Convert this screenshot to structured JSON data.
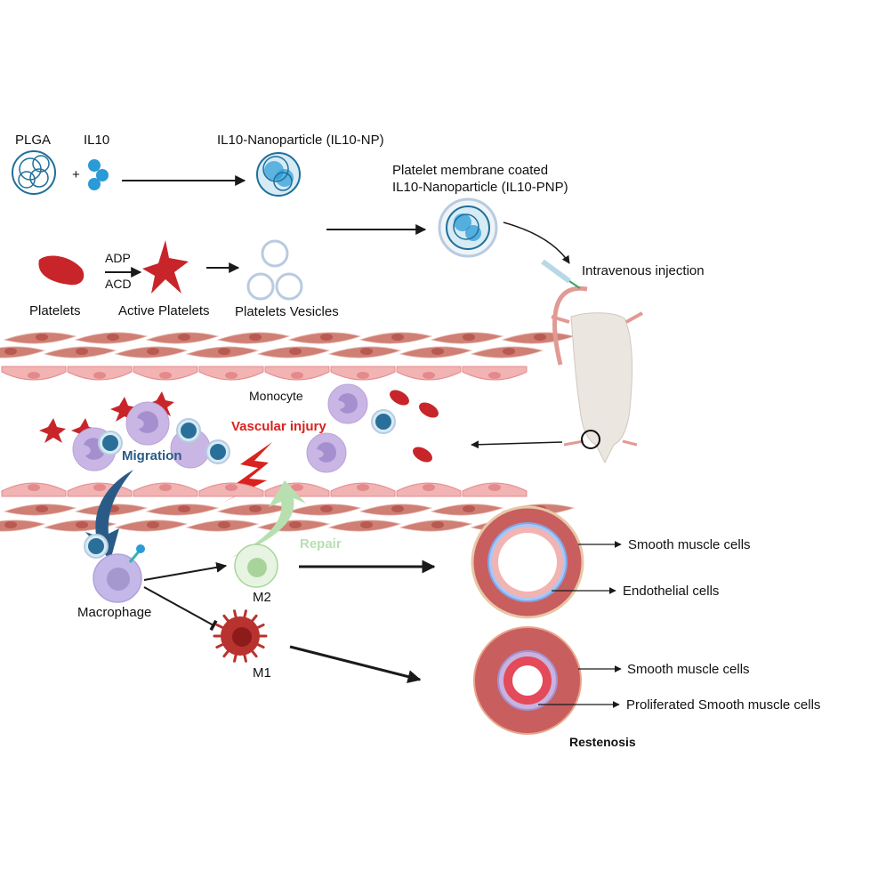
{
  "colors": {
    "background": "#ffffff",
    "nanoparticle": "#1f6f9a",
    "il10": "#2a9bd6",
    "platelet": "#c8252b",
    "vesicle": "#b8cbe0",
    "smooth_muscle": "#cf7f74",
    "smooth_muscle_nucleus": "#b85a52",
    "endothelial": "#f2b3b3",
    "endothelial_nucleus": "#e48a8c",
    "monocyte": "#c9b6e4",
    "monocyte_nucleus": "#a68fcf",
    "injury_text": "#d9231f",
    "migration": "#2a5b86",
    "repair": "#b8dfb0",
    "m2": "#dff0d8",
    "m1": "#b8322f",
    "vessel_wall": "#c95e5e",
    "mouse": "#ebe6e0",
    "arrow": "#1a1a1a"
  },
  "labels": {
    "plga": "PLGA",
    "plus": "+",
    "il10": "IL10",
    "il10_np": "IL10-Nanoparticle (IL10-NP)",
    "pnp_line1": "Platelet membrane coated",
    "pnp_line2": "IL10-Nanoparticle (IL10-PNP)",
    "adp": "ADP",
    "acd": "ACD",
    "platelets": "Platelets",
    "active_platelets": "Active Platelets",
    "platelets_vesicles": "Platelets Vesicles",
    "injection": "Intravenous injection",
    "monocyte": "Monocyte",
    "vascular_injury": "Vascular injury",
    "migration": "Migration",
    "repair": "Repair",
    "macrophage": "Macrophage",
    "m2": "M2",
    "m1": "M1",
    "healthy_smc": "Smooth muscle cells",
    "healthy_ec": "Endothelial cells",
    "resten_smc": "Smooth muscle cells",
    "resten_prolif": "Proliferated Smooth muscle cells",
    "restenosis": "Restenosis"
  }
}
